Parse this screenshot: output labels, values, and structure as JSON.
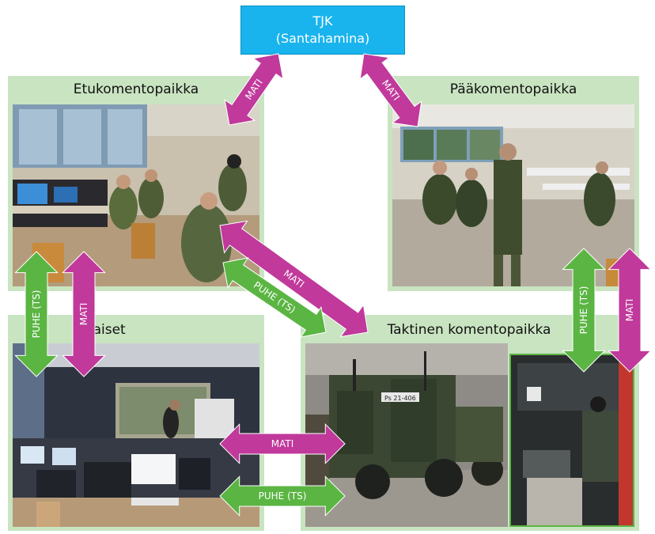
{
  "top_node": {
    "line1": "TJK",
    "line2": "(Santahamina)"
  },
  "panels": {
    "etu": {
      "title": "Etukomentopaikka"
    },
    "paa": {
      "title": "Pääkomentopaikka"
    },
    "alaiset": {
      "title": "Alaiset"
    },
    "taktinen": {
      "title": "Taktinen komentopaikka"
    }
  },
  "links": {
    "tjk_etu": "MATI",
    "tjk_paa": "MATI",
    "etu_alaiset_puhe": "PUHE (TS)",
    "etu_alaiset_mati": "MATI",
    "etu_taktinen_mati": "MATI",
    "etu_taktinen_puhe": "PUHE (TS)",
    "paa_taktinen_puhe": "PUHE (TS)",
    "paa_taktinen_mati": "MATI",
    "alaiset_taktinen_mati": "MATI",
    "alaiset_taktinen_puhe": "PUHE (TS)"
  },
  "vehicle_plate": "Ps 21-406",
  "colors": {
    "mati": "#c0399b",
    "puhe": "#5bb543",
    "tjk": "#19b4ee",
    "panel": "#c9e4c1"
  }
}
